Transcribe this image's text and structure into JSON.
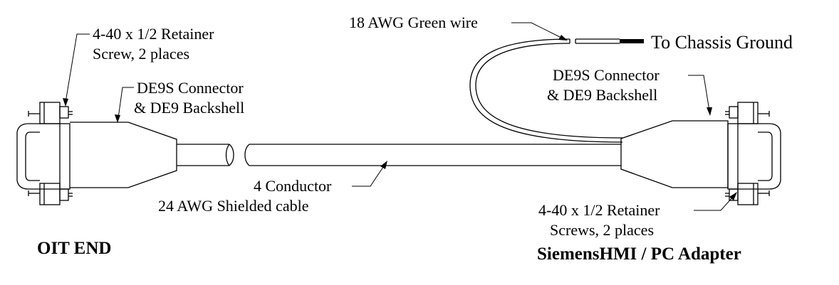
{
  "diagram": {
    "labels": {
      "retainer_left_line1": "4-40 x 1/2 Retainer",
      "retainer_left_line2": "Screw, 2 places",
      "connector_left_line1": "DE9S Connector",
      "connector_left_line2": "& DE9 Backshell",
      "green_wire": "18 AWG Green wire",
      "chassis_ground": "To Chassis Ground",
      "connector_right_line1": "DE9S Connector",
      "connector_right_line2": "& DE9 Backshell",
      "cable_line1": "4 Conductor",
      "cable_line2": "24 AWG Shielded cable",
      "retainer_right_line1": "4-40 x 1/2 Retainer",
      "retainer_right_line2": "Screws, 2 places",
      "oit_end": "OIT END",
      "adapter_end": "SiemensHMI / PC Adapter"
    }
  }
}
